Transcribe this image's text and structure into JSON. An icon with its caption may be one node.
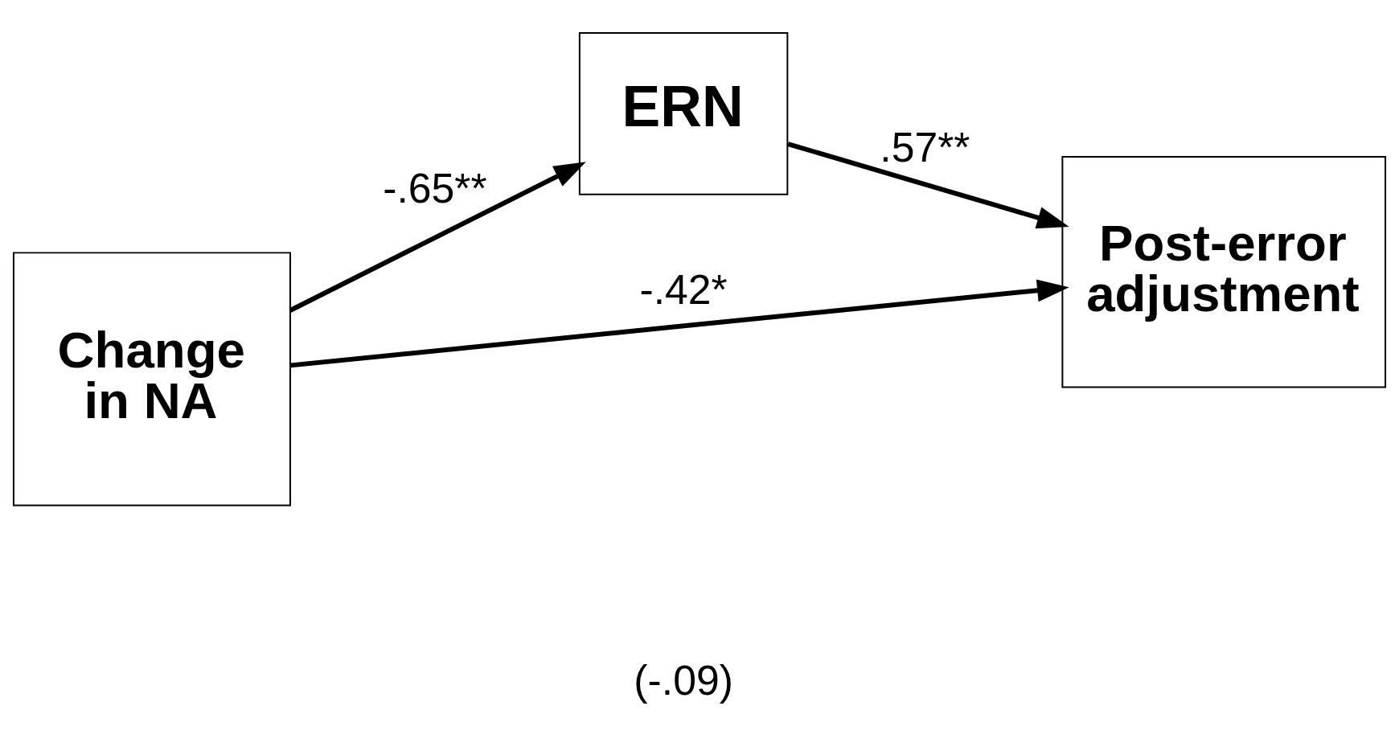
{
  "diagram": {
    "nodes": [
      {
        "text": [
          "ERN"
        ]
      },
      {
        "text": [
          "Change in NA"
        ]
      },
      {
        "text": [
          "Post-error adjustment"
        ]
      }
    ],
    "edges": [
      {
        "from": 1,
        "to": 0,
        "arrow": "to",
        "label": "-.65**"
      },
      {
        "from": 0,
        "to": 2,
        "arrow": "to",
        "label": ".57**"
      },
      {
        "from": 1,
        "to": 2,
        "arrow": "to",
        "label": "-.42*"
      }
    ],
    "labels": [
      "(-.09)"
    ]
  }
}
